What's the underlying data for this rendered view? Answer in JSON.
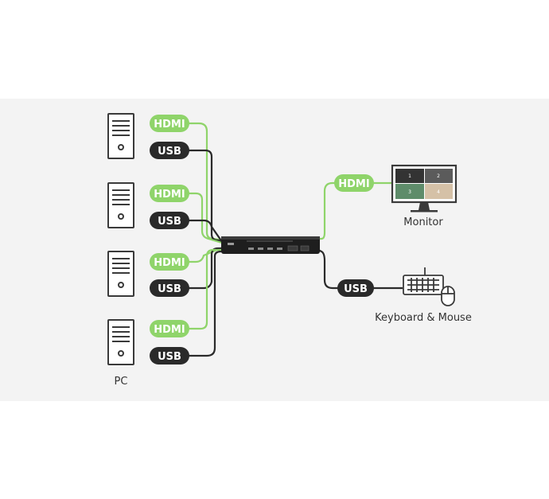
{
  "labels": {
    "pc": "PC",
    "monitor": "Monitor",
    "keyboard_mouse": "Keyboard & Mouse"
  },
  "pcs": [
    {
      "hdmi": "HDMI",
      "usb": "USB"
    },
    {
      "hdmi": "HDMI",
      "usb": "USB"
    },
    {
      "hdmi": "HDMI",
      "usb": "USB"
    },
    {
      "hdmi": "HDMI",
      "usb": "USB"
    }
  ],
  "outputs": {
    "monitor_cable": "HDMI",
    "keyboard_cable": "USB"
  },
  "monitor_screen": [
    "1",
    "2",
    "3",
    "4"
  ],
  "colors": {
    "hdmi": "#8fd46a",
    "usb": "#2a2a2a",
    "panel": "#f3f3f3",
    "quad1": "#333333",
    "quad2": "#5b5b5b",
    "quad3": "#5e8c6a",
    "quad4": "#d5c1a7"
  }
}
